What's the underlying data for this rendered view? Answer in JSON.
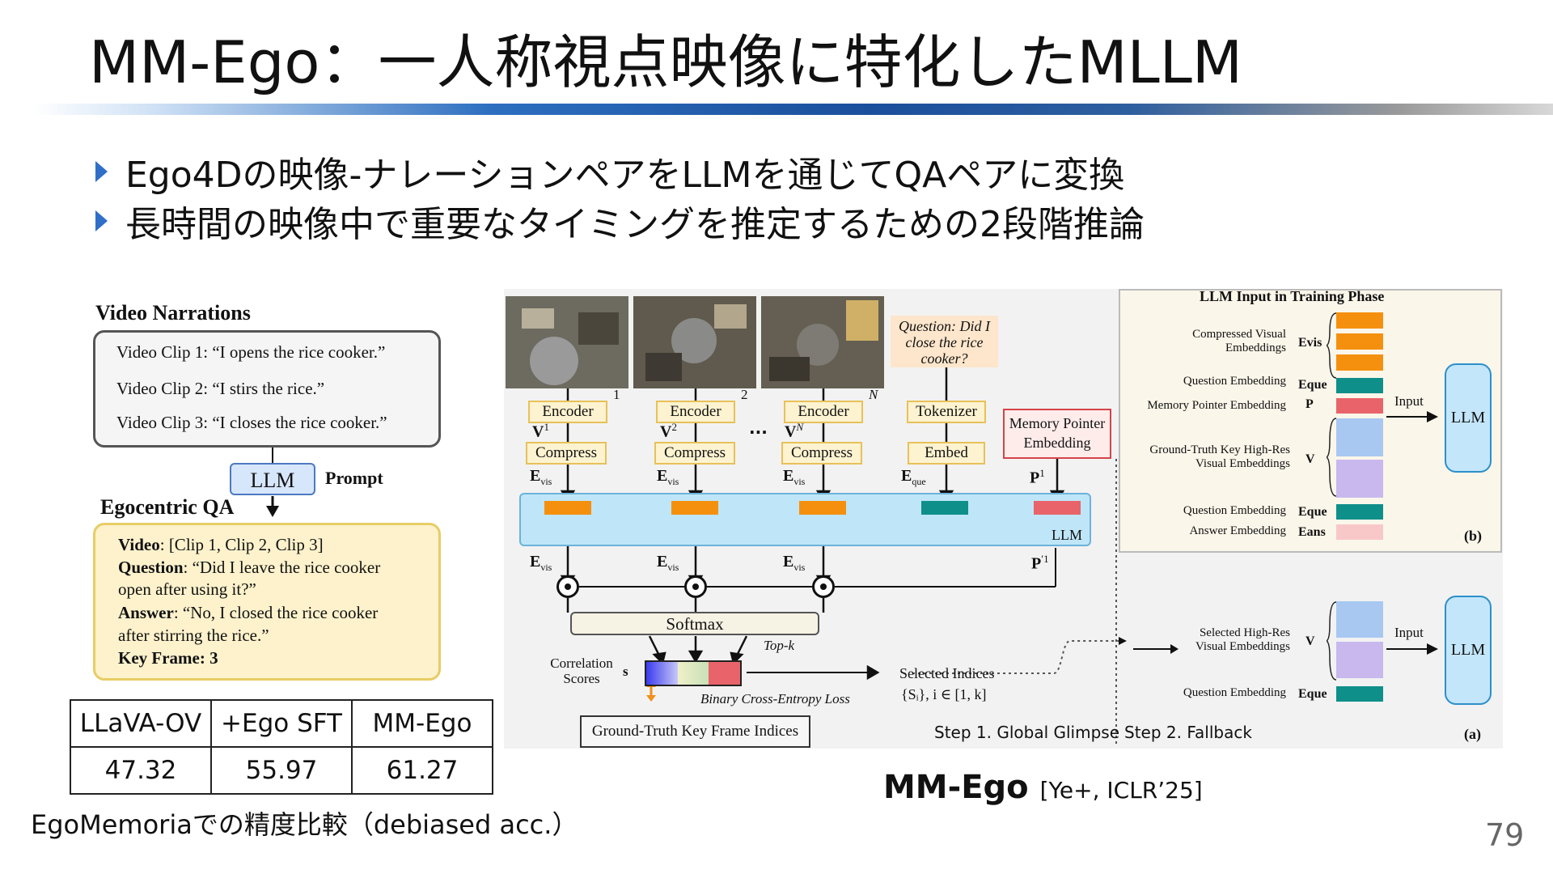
{
  "slide": {
    "title": "MM-Ego：一人称視点映像に特化したMLLM",
    "bullets": [
      "Ego4Dの映像-ナレーションペアをLLMを通じてQAペアに変換",
      "長時間の映像中で重要なタイミングを推定するための2段階推論"
    ],
    "page_number": "79"
  },
  "left_figure": {
    "narrations_heading": "Video Narrations",
    "clips": [
      "Video Clip 1: “I opens the rice cooker.”",
      "Video Clip 2: “I stirs the rice.”",
      "Video Clip 3: “I closes the rice cooker.”"
    ],
    "llm_label": "LLM",
    "prompt_label": "Prompt",
    "qa_heading": "Egocentric QA",
    "qa": {
      "video_key": "Video",
      "video_val": ": [Clip 1, Clip 2, Clip 3]",
      "question_key": "Question",
      "question_val1": ": “Did I leave the rice cooker",
      "question_val2": "open after using it?”",
      "answer_key": "Answer",
      "answer_val1": ": “No, I closed the rice cooker",
      "answer_val2": "after stirring the rice.”",
      "keyframe": "Key Frame: 3"
    }
  },
  "results_table": {
    "headers": [
      "LLaVA-OV",
      "+Ego SFT",
      "MM-Ego"
    ],
    "values": [
      "47.32",
      "55.97",
      "61.27"
    ],
    "caption": "EgoMemoriaでの精度比較（debiased acc.）"
  },
  "main_figure": {
    "encoder_label": "Encoder",
    "compress_label": "Compress",
    "tokenizer_label": "Tokenizer",
    "embed_label": "Embed",
    "frame_indices": [
      "1",
      "2",
      "N"
    ],
    "v_labels": [
      "V",
      "V",
      "V"
    ],
    "v_sups": [
      "1",
      "2",
      "N"
    ],
    "ellipsis": "···",
    "e_vis": "E",
    "e_vis_sub": "vis",
    "e_que_sub": "que",
    "p_label": "P",
    "p_sup": "1",
    "p_prime_sup": "′1",
    "question": "Question: Did I close the rice cooker?",
    "memory_pointer": "Memory Pointer Embedding",
    "llm_label": "LLM",
    "softmax": "Softmax",
    "topk": "Top-k",
    "correlation": "Correlation Scores",
    "s_label": "s",
    "bce": "Binary Cross-Entropy Loss",
    "gt_indices": "Ground-Truth Key Frame Indices",
    "selected_indices": "Selected Indices",
    "selected_set": "{Sᵢ}, i ∈ [1, k]",
    "step1": "Step 1. Global Glimpse",
    "step2": "Step 2. Fallback",
    "panel_a_label": "(a)",
    "panel_b_label": "(b)",
    "panel_b_title": "LLM Input in Training Phase",
    "panel_b_rows": [
      {
        "label": "Compressed Visual Embeddings",
        "sym": "Evis"
      },
      {
        "label": "Question Embedding",
        "sym": "Eque"
      },
      {
        "label": "Memory Pointer Embedding",
        "sym": "P"
      },
      {
        "label": "Ground-Truth Key High-Res Visual Embeddings",
        "sym": "V"
      },
      {
        "label": "Question Embedding",
        "sym": "Eque"
      },
      {
        "label": "Answer Embedding",
        "sym": "Eans"
      }
    ],
    "panel_a_rows": [
      {
        "label": "Selected High-Res Visual Embeddings",
        "sym": "V"
      },
      {
        "label": "Question Embedding",
        "sym": "Eque"
      }
    ],
    "input_label": "Input"
  },
  "citation": {
    "name": "MM-Ego",
    "ref": "[Ye+, ICLR’25]"
  },
  "colors": {
    "orange": "#f5900f",
    "teal": "#0f8f8a",
    "red": "#e8646a",
    "blue_block": "#a8c8f2",
    "purple_block": "#c8b8ee",
    "pink_block": "#f8c8c8",
    "band": "#bfe6f8"
  }
}
